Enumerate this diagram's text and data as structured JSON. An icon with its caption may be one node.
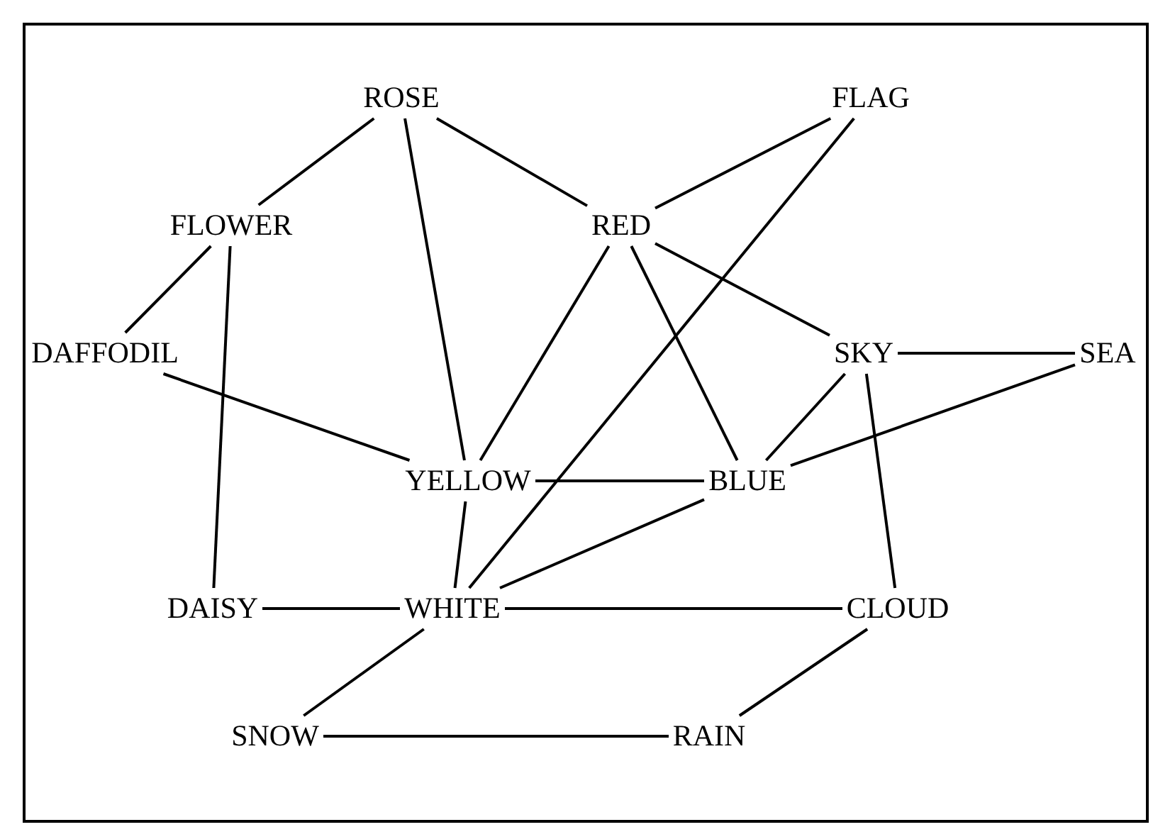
{
  "diagram": {
    "nodes": [
      {
        "text": [
          "ROSE"
        ]
      },
      {
        "text": [
          "FLAG"
        ]
      },
      {
        "text": [
          "FLOWER"
        ]
      },
      {
        "text": [
          "RED"
        ]
      },
      {
        "text": [
          "DAFFODIL"
        ]
      },
      {
        "text": [
          "SKY"
        ]
      },
      {
        "text": [
          "SEA"
        ]
      },
      {
        "text": [
          "YELLOW"
        ]
      },
      {
        "text": [
          "BLUE"
        ]
      },
      {
        "text": [
          "DAISY"
        ]
      },
      {
        "text": [
          "WHITE"
        ]
      },
      {
        "text": [
          "CLOUD"
        ]
      },
      {
        "text": [
          "SNOW"
        ]
      },
      {
        "text": [
          "RAIN"
        ]
      }
    ],
    "edges": [
      {
        "from": 0,
        "to": 2,
        "arrow": "none"
      },
      {
        "from": 0,
        "to": 3,
        "arrow": "none"
      },
      {
        "from": 0,
        "to": 7,
        "arrow": "none"
      },
      {
        "from": 1,
        "to": 3,
        "arrow": "none"
      },
      {
        "from": 1,
        "to": 10,
        "arrow": "none"
      },
      {
        "from": 2,
        "to": 4,
        "arrow": "none"
      },
      {
        "from": 2,
        "to": 9,
        "arrow": "none"
      },
      {
        "from": 3,
        "to": 5,
        "arrow": "none"
      },
      {
        "from": 3,
        "to": 7,
        "arrow": "none"
      },
      {
        "from": 3,
        "to": 8,
        "arrow": "none"
      },
      {
        "from": 4,
        "to": 7,
        "arrow": "none"
      },
      {
        "from": 5,
        "to": 6,
        "arrow": "none"
      },
      {
        "from": 5,
        "to": 8,
        "arrow": "none"
      },
      {
        "from": 5,
        "to": 11,
        "arrow": "none"
      },
      {
        "from": 6,
        "to": 8,
        "arrow": "none"
      },
      {
        "from": 7,
        "to": 8,
        "arrow": "none"
      },
      {
        "from": 7,
        "to": 10,
        "arrow": "none"
      },
      {
        "from": 8,
        "to": 10,
        "arrow": "none"
      },
      {
        "from": 9,
        "to": 10,
        "arrow": "none"
      },
      {
        "from": 10,
        "to": 11,
        "arrow": "none"
      },
      {
        "from": 10,
        "to": 12,
        "arrow": "none"
      },
      {
        "from": 11,
        "to": 13,
        "arrow": "none"
      },
      {
        "from": 12,
        "to": 13,
        "arrow": "none"
      }
    ]
  }
}
